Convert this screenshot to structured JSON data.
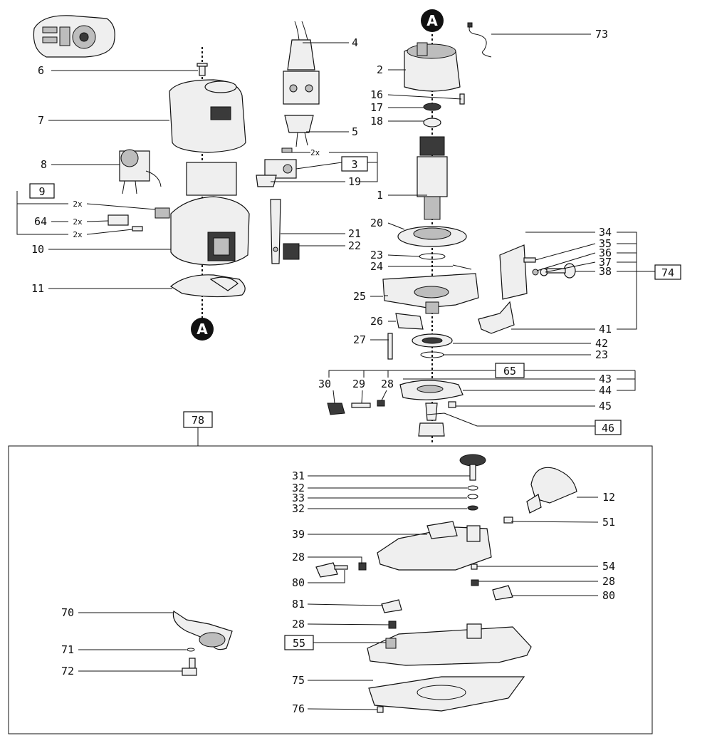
{
  "markers": {
    "top": "A",
    "bottom": "A"
  },
  "group_labels": {
    "g3": "3",
    "g9": "9",
    "g46": "46",
    "g55": "55",
    "g65": "65",
    "g74": "74",
    "g78": "78"
  },
  "quantity_labels": {
    "q2x_screws": "2x",
    "q2x_9a": "2x",
    "q2x_64": "2x",
    "q2x_9b": "2x"
  },
  "part_labels": {
    "p1": "1",
    "p2": "2",
    "p4": "4",
    "p5": "5",
    "p6": "6",
    "p7": "7",
    "p8": "8",
    "p10": "10",
    "p11": "11",
    "p12": "12",
    "p16": "16",
    "p17": "17",
    "p18": "18",
    "p19": "19",
    "p20": "20",
    "p21": "21",
    "p22": "22",
    "p23a": "23",
    "p23b": "23",
    "p24": "24",
    "p25": "25",
    "p26": "26",
    "p27": "27",
    "p28a": "28",
    "p28b": "28",
    "p28c": "28",
    "p28d": "28",
    "p29": "29",
    "p30": "30",
    "p31": "31",
    "p32a": "32",
    "p32b": "32",
    "p33": "33",
    "p34": "34",
    "p35": "35",
    "p36": "36",
    "p37": "37",
    "p38": "38",
    "p39": "39",
    "p41": "41",
    "p42": "42",
    "p43": "43",
    "p44": "44",
    "p45": "45",
    "p51": "51",
    "p54": "54",
    "p64": "64",
    "p70": "70",
    "p71": "71",
    "p72": "72",
    "p73": "73",
    "p75": "75",
    "p76": "76",
    "p80a": "80",
    "p80b": "80",
    "p81": "81"
  }
}
